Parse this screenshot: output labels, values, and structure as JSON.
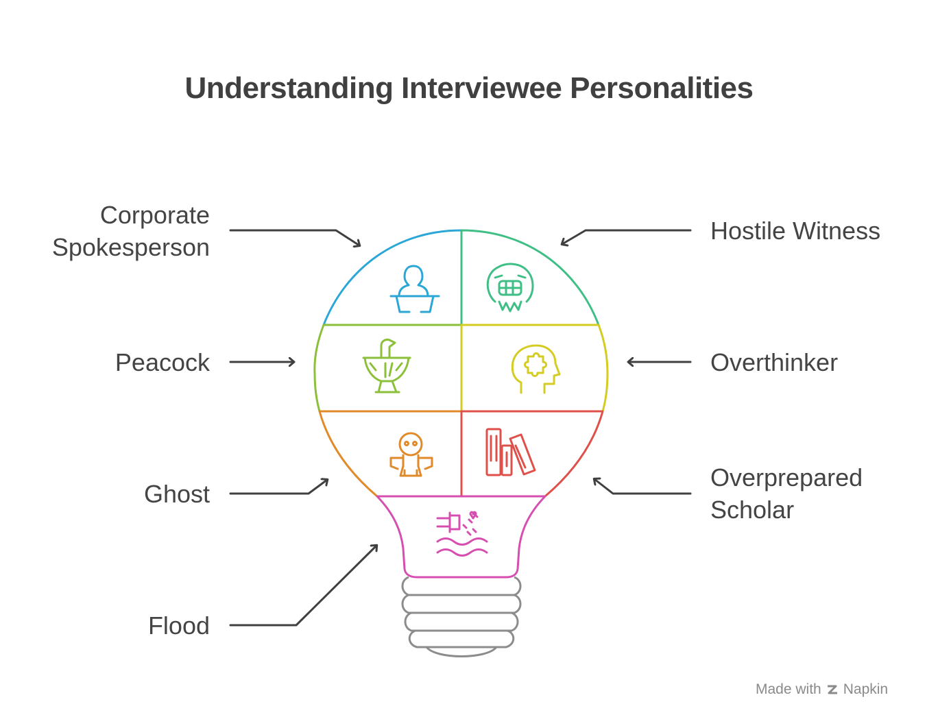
{
  "title": "Understanding Interviewee Personalities",
  "segments": [
    {
      "label_lines": [
        "Corporate",
        "Spokesperson"
      ],
      "side": "left",
      "color": "#2aa7d6",
      "icon": "speaker-at-podium-icon"
    },
    {
      "label_lines": [
        "Hostile Witness"
      ],
      "side": "right",
      "color": "#3fbf86",
      "icon": "angry-face-icon"
    },
    {
      "label_lines": [
        "Peacock"
      ],
      "side": "left",
      "color": "#8cbf3a",
      "icon": "peacock-icon"
    },
    {
      "label_lines": [
        "Overthinker"
      ],
      "side": "right",
      "color": "#d4cc22",
      "icon": "puzzle-head-icon"
    },
    {
      "label_lines": [
        "Ghost"
      ],
      "side": "left",
      "color": "#e08a2a",
      "icon": "ghost-figure-icon"
    },
    {
      "label_lines": [
        "Overprepared",
        "Scholar"
      ],
      "side": "right",
      "color": "#e0504a",
      "icon": "books-icon"
    },
    {
      "label_lines": [
        "Flood"
      ],
      "side": "left",
      "color": "#d64fb0",
      "icon": "flooding-pipe-icon"
    }
  ],
  "bulb_base_color": "#8c8c8c",
  "arrow_color": "#404040",
  "footer": {
    "made_with": "Made with",
    "brand": "Napkin"
  }
}
